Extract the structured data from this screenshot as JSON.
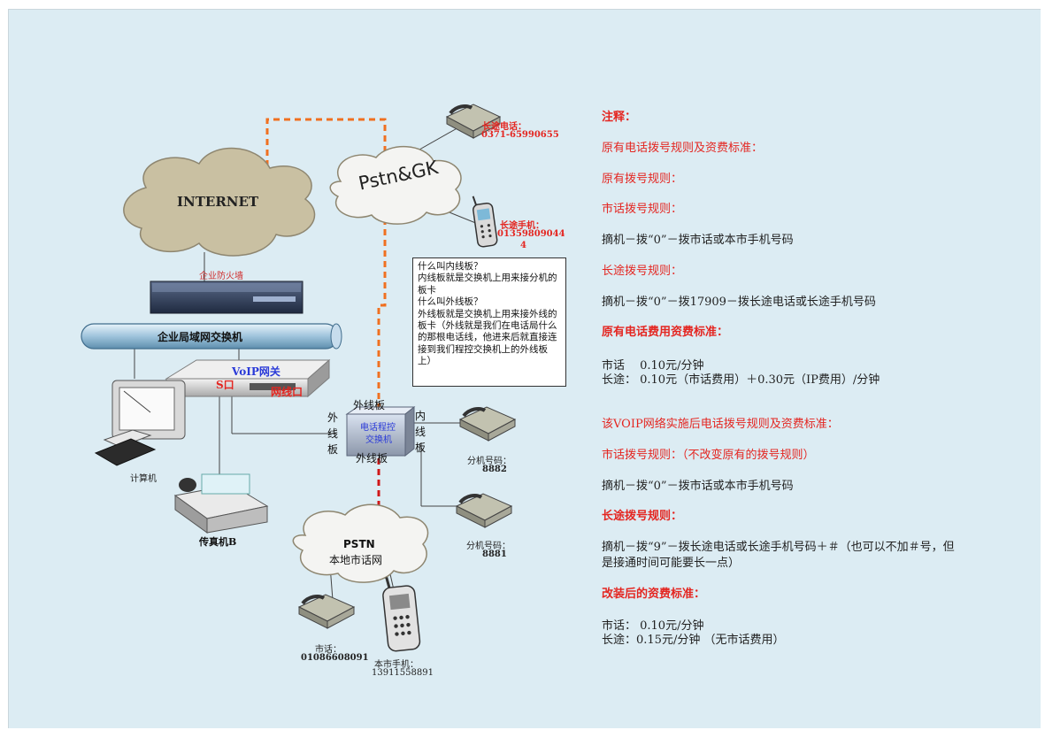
{
  "diagram": {
    "labels": {
      "internet": "INTERNET",
      "pstn_gk": "Pstn&GK",
      "firewall": "企业防火墙",
      "lan_switch": "企业局域网交换机",
      "voip_gateway": "VoIP网关",
      "s_port": "S口",
      "line_port": "网线口",
      "computer": "计算机",
      "fax": "传真机B",
      "pbx_line1": "电话程控",
      "pbx_line2": "交换机",
      "outer_board_top": "外线板",
      "outer_board_bottom": "外线板",
      "outer_board_left": [
        "外",
        "线",
        "板"
      ],
      "inner_board_right": [
        "内",
        "线",
        "板"
      ],
      "ext1_label": "分机号码：",
      "ext1_number": "8882",
      "ext2_label": "分机号码：",
      "ext2_number": "8881",
      "pstn_title": "PSTN",
      "pstn_sub": "本地市话网",
      "local_phone_label": "市话：",
      "local_phone_number": "01086608091",
      "local_mobile_label": "本市手机：",
      "local_mobile_number": "13911558891",
      "ld_phone_label": "长途电话：",
      "ld_phone_number": "0371-65990655",
      "ld_mobile_label": "长途手机：",
      "ld_mobile_number_line1": "01359809044",
      "ld_mobile_number_line2": "4"
    },
    "infobox": [
      "什么叫内线板？",
      "内线板就是交换机上用来接分机的板卡",
      "什么叫外线板？",
      "外线板就是交换机上用来接外线的板卡（外线就是我们在电话局什么的那根电话线，他进来后就直接连接到我们程控交换机上的外线板上）"
    ]
  },
  "notes": {
    "title": "注释：",
    "orig_heading": "原有电话拨号规则及资费标准：",
    "orig_rules": "原有拨号规则：",
    "local_rule_heading": "市话拨号规则：",
    "local_rule": "摘机－拨“0”－拨市话或本市手机号码",
    "ld_rule_heading": "长途拨号规则：",
    "ld_rule": "摘机－拨“0”－拨17909－拨长途电话或长途手机号码",
    "orig_fee_heading": "原有电话费用资费标准：",
    "orig_fee_local": "市话　 0.10元/分钟",
    "orig_fee_ld": "长途：  0.10元（市话费用）＋0.30元（IP费用）/分钟",
    "voip_heading": "该VOIP网络实施后电话拨号规则及资费标准：",
    "voip_local_heading": "市话拨号规则：（不改变原有的拨号规则）",
    "voip_local_rule": "摘机－拨“0”－拨市话或本市手机号码",
    "voip_ld_heading": "长途拨号规则：",
    "voip_ld_rule_line1": "摘机－拨“9”－拨长途电话或长途手机号码＋＃（也可以不加＃号，但",
    "voip_ld_rule_line2": "是接通时间可能要长一点）",
    "new_fee_heading": "改装后的资费标准：",
    "new_fee_local": "市话：  0.10元/分钟",
    "new_fee_ld": "长途：0.15元/分钟 （无市话费用）"
  },
  "colors": {
    "background": "#dcecf3",
    "red_text": "#e42621",
    "dashed_orange": "#f07020",
    "dashed_red": "#d01818",
    "cloud": "#c9c0a2",
    "pipe": "#9fc4dc"
  }
}
